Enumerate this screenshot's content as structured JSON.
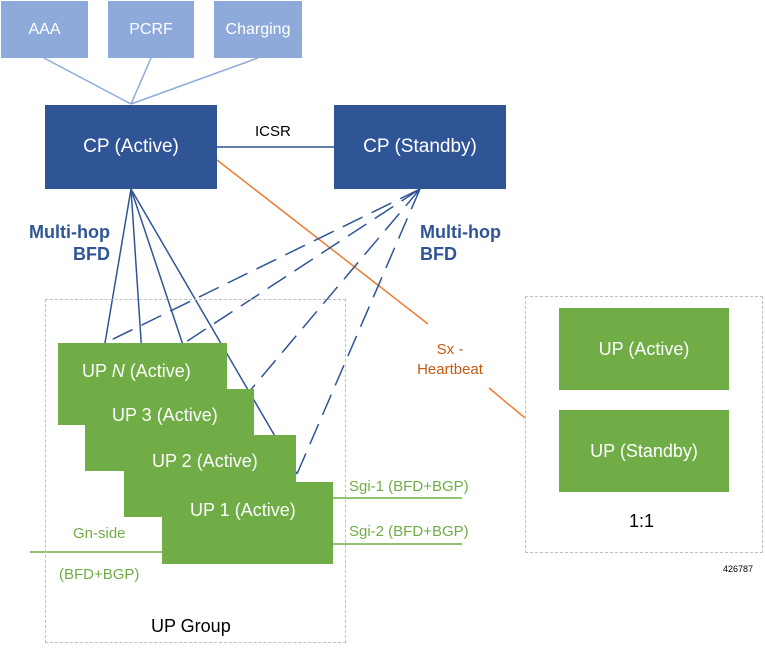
{
  "services": {
    "aaa": "AAA",
    "pcrf": "PCRF",
    "charging": "Charging"
  },
  "cp": {
    "active": "CP (Active)",
    "standby": "CP (Standby)",
    "link_label": "ICSR"
  },
  "bfd": {
    "left_line1": "Multi-hop",
    "left_line2": "BFD",
    "right_line1": "Multi-hop",
    "right_line2": "BFD"
  },
  "up_group": {
    "label": "UP Group",
    "up_n_prefix": "UP ",
    "up_n_italic": "N",
    "up_n_suffix": " (Active)",
    "up3": "UP 3 (Active)",
    "up2": "UP 2 (Active)",
    "up1": "UP 1 (Active)",
    "gn_side": "Gn-side",
    "gn_proto": "(BFD+BGP)",
    "sgi1": "Sgi-1 (BFD+BGP)",
    "sgi2": "Sgi-2 (BFD+BGP)"
  },
  "sx": {
    "line1": "Sx -",
    "line2": "Heartbeat"
  },
  "redundancy": {
    "up_active": "UP (Active)",
    "up_standby": "UP (Standby)",
    "ratio": "1:1"
  },
  "figure_id": "426787",
  "colors": {
    "service_box": "#8eaadb",
    "cp_box": "#2f5597",
    "up_box": "#70ad47",
    "sx_line": "#ed7d31",
    "bfd_line": "#2f5597"
  }
}
